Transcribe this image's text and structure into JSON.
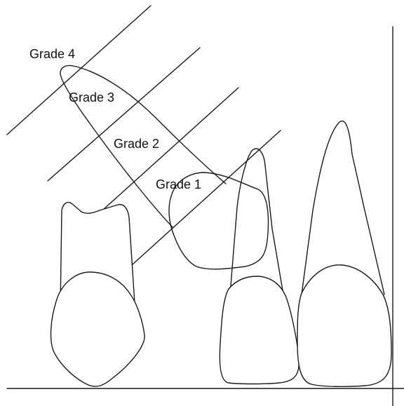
{
  "diagram": {
    "grades": [
      {
        "label": "Grade 4"
      },
      {
        "label": "Grade 3"
      },
      {
        "label": "Grade 2"
      },
      {
        "label": "Grade 1"
      }
    ]
  }
}
